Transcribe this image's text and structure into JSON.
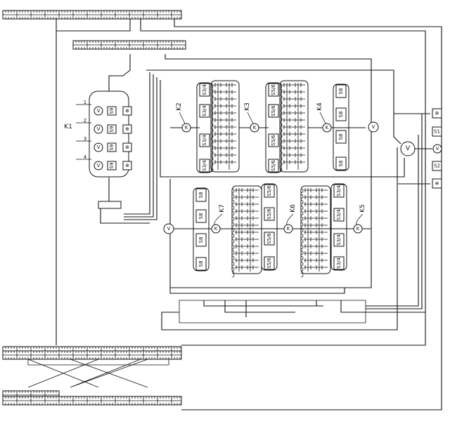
{
  "labels": {
    "k1": "K1",
    "k2": "K2",
    "k3": "K3",
    "k4": "K4",
    "k5": "K5",
    "k6": "K6",
    "k7": "K7",
    "s1": "S1",
    "s2": "S2",
    "v": "V",
    "k": "K",
    "s8": "S8",
    "s9": "S9",
    "s34": "S3/4",
    "s56": "S5/6",
    "plus": "⊕",
    "port_nums": [
      "1",
      "2",
      "3",
      "4"
    ]
  },
  "colors": {
    "line": "#111111",
    "bg": "#ffffff"
  }
}
